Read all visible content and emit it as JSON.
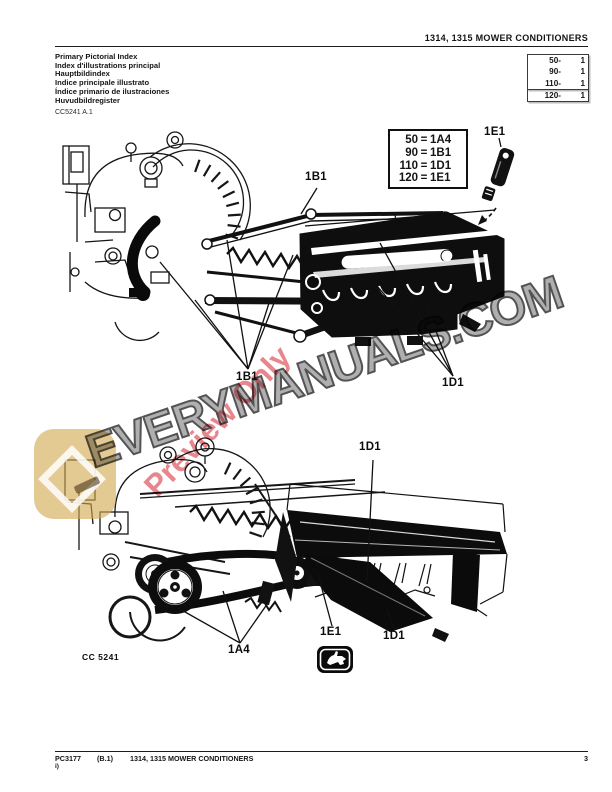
{
  "header": {
    "title": "1314, 1315 MOWER CONDITIONERS"
  },
  "index_block": {
    "lines": [
      "Primary Pictorial Index",
      "Index d'illustrations principal",
      "Hauptbildindex",
      "Indice principale illustrato",
      "Índice primario de ilustraciones",
      "Huvudbildregister"
    ],
    "ref": "CC5241 A.1"
  },
  "page_index_table": {
    "rows": [
      {
        "section": "50-",
        "page": "1"
      },
      {
        "section": "90-",
        "page": "1"
      },
      {
        "section": "110-",
        "page": "1"
      },
      {
        "section": "120-",
        "page": "1"
      }
    ]
  },
  "legend": {
    "eq": "=",
    "rows": [
      {
        "section": "50",
        "code": "1A4"
      },
      {
        "section": "90",
        "code": "1B1"
      },
      {
        "section": "110",
        "code": "1D1"
      },
      {
        "section": "120",
        "code": "1E1"
      }
    ]
  },
  "figure1": {
    "label_top_1b1": "1B1",
    "label_top_1e1": "1E1",
    "label_bottom_1b1": "1B1",
    "label_bottom_1d1": "1D1"
  },
  "figure2": {
    "label_top_1d1": "1D1",
    "label_1a4": "1A4",
    "label_1e1": "1E1",
    "label_bottom_1d1": "1D1",
    "caption": "CC 5241"
  },
  "watermark": {
    "text": "EVERYMANUALS.COM",
    "overlay": "Preview Only",
    "text_color": "#a6a6a6",
    "outline_color": "#404040",
    "overlay_color": "#e2646e",
    "stamp_color": "#d2a84f"
  },
  "footer": {
    "doc_code": "PC3177",
    "revision": "(B.1)",
    "title": "1314, 1315 MOWER CONDITIONERS",
    "page_number": "3",
    "note": "i)"
  }
}
